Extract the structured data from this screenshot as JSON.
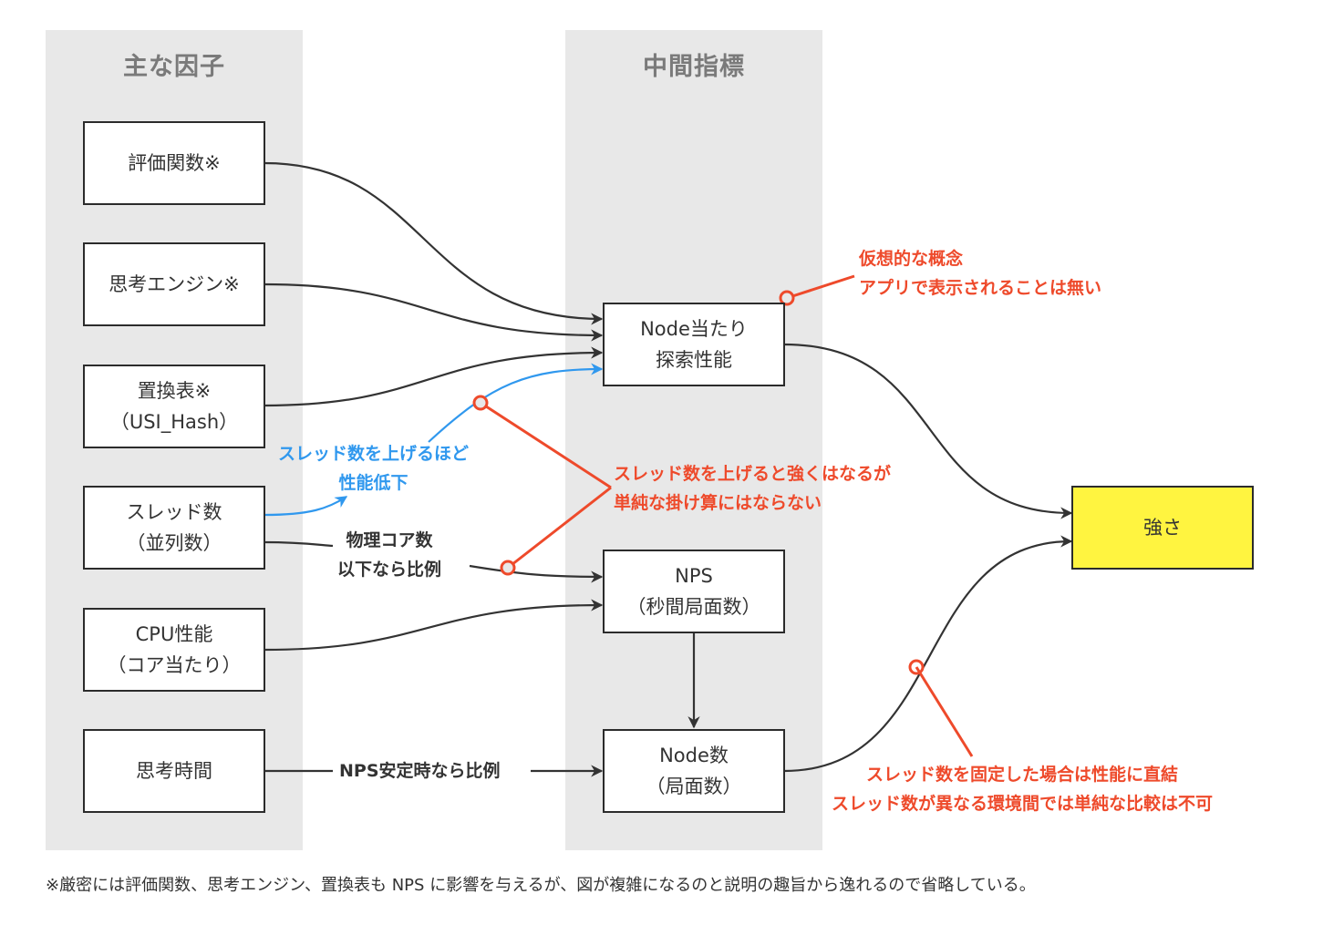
{
  "colors": {
    "lane_bg": "#e8e8e8",
    "edge_dark": "#333333",
    "edge_blue": "#3098ee",
    "annotation_red": "#ee4a2b",
    "highlight_yellow": "#fff440"
  },
  "lanes": {
    "factors_title": "主な因子",
    "intermediate_title": "中間指標"
  },
  "factors": [
    {
      "id": "eval",
      "lines": [
        "評価関数※"
      ]
    },
    {
      "id": "engine",
      "lines": [
        "思考エンジン※"
      ]
    },
    {
      "id": "hash",
      "lines": [
        "置換表※",
        "（USI_Hash）"
      ]
    },
    {
      "id": "threads",
      "lines": [
        "スレッド数",
        "（並列数）"
      ]
    },
    {
      "id": "cpu",
      "lines": [
        "CPU性能",
        "（コア当たり）"
      ]
    },
    {
      "id": "time",
      "lines": [
        "思考時間"
      ]
    }
  ],
  "intermediates": [
    {
      "id": "per_node",
      "lines": [
        "Node当たり",
        "探索性能"
      ]
    },
    {
      "id": "nps",
      "lines": [
        "NPS",
        "（秒間局面数）"
      ]
    },
    {
      "id": "nodes",
      "lines": [
        "Node数",
        "（局面数）"
      ]
    }
  ],
  "result": {
    "id": "strength",
    "lines": [
      "強さ"
    ]
  },
  "edge_labels": {
    "threads_blue": [
      "スレッド数を上げるほど",
      "性能低下"
    ],
    "threads_cores": [
      "物理コア数",
      "以下なら比例"
    ],
    "time_nps": "NPS安定時なら比例"
  },
  "annotations": {
    "virtual_concept": [
      "仮想的な概念",
      "アプリで表示されることは無い"
    ],
    "threads_not_multiplicative": [
      "スレッド数を上げると強くはなるが",
      "単純な掛け算にはならない"
    ],
    "fixed_threads": [
      "スレッド数を固定した場合は性能に直結",
      "スレッド数が異なる環境間では単純な比較は不可"
    ]
  },
  "footnote": "※厳密には評価関数、思考エンジン、置換表も NPS に影響を与えるが、図が複雑になるのと説明の趣旨から逸れるので省略している。"
}
